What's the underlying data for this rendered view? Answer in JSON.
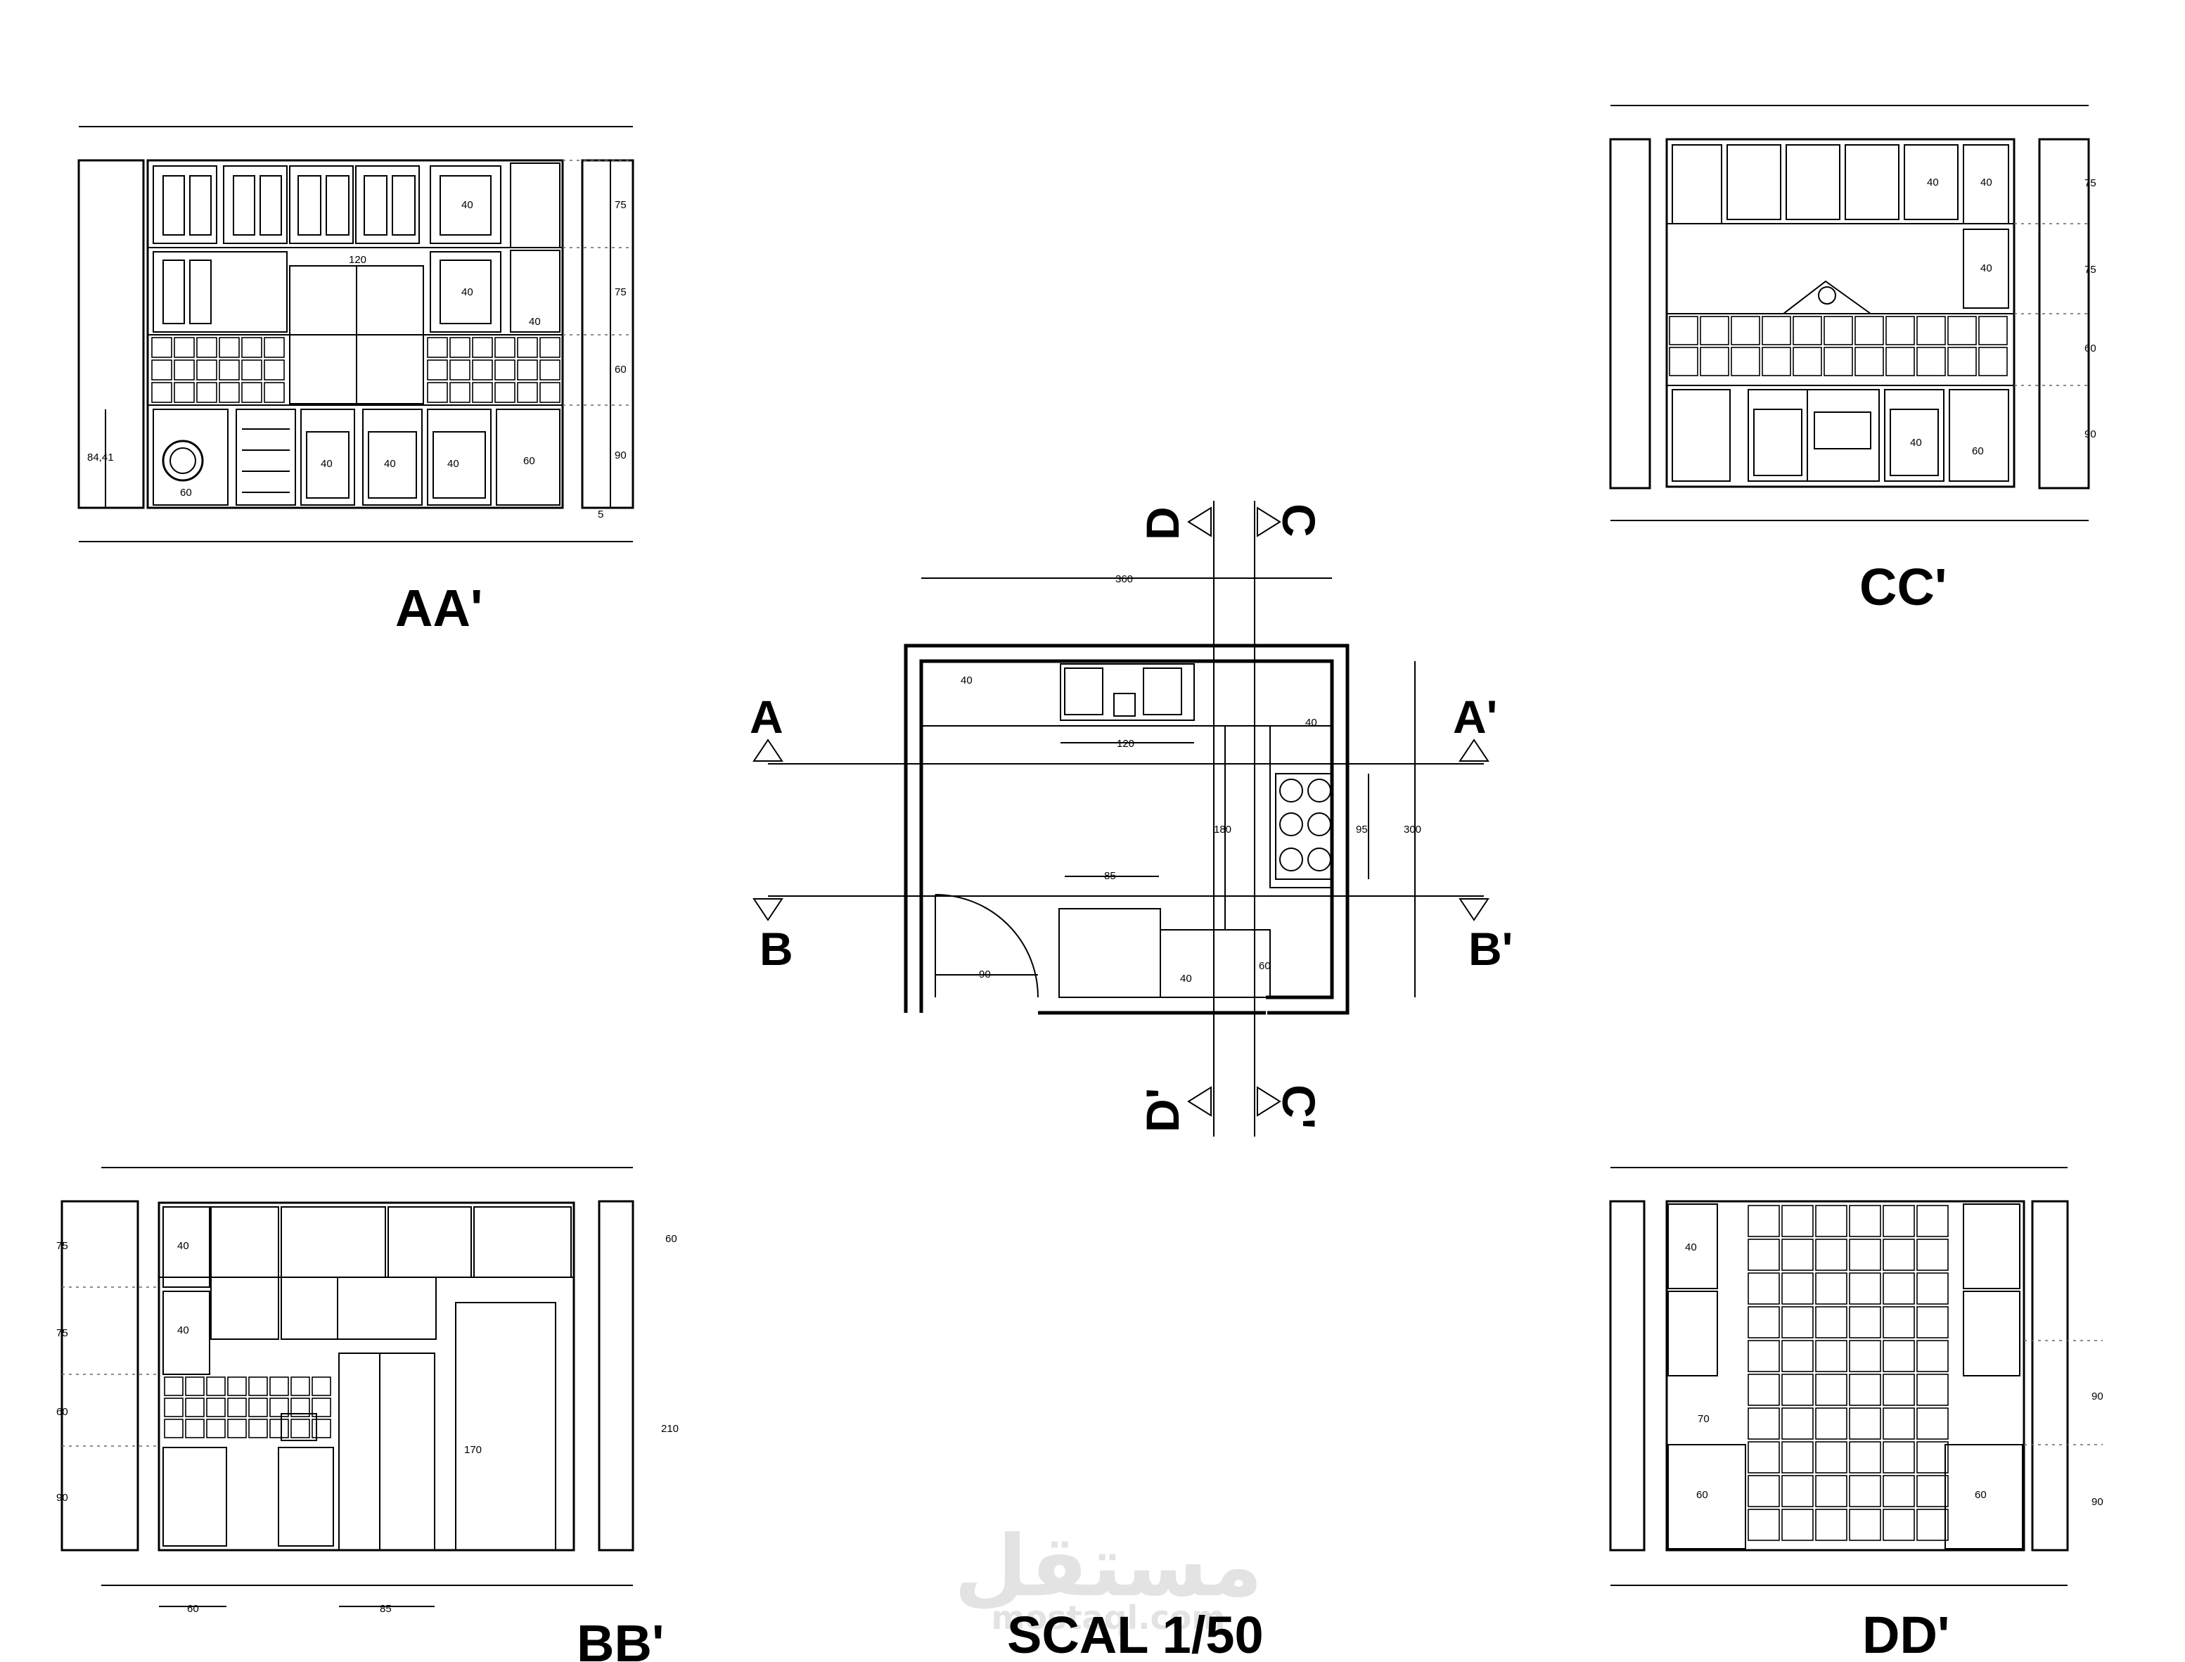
{
  "labels": {
    "aa": "AA'",
    "bb": "BB'",
    "cc": "CC'",
    "dd": "DD'",
    "scale": "SCAL 1/50",
    "sec_a": "A",
    "sec_a2": "A'",
    "sec_b": "B",
    "sec_b2": "B'",
    "sec_c": "C",
    "sec_c2": "C'",
    "sec_d": "D",
    "sec_d2": "D'"
  },
  "watermark": {
    "arabic": "مستقل",
    "latin": "mostaql.com"
  },
  "dims": {
    "aa": {
      "h1": "75",
      "h2": "75",
      "h3": "60",
      "h4": "90",
      "h5": "5",
      "side": "84,41",
      "w120": "120",
      "w40": "40",
      "w60": "60",
      "w60b": "60"
    },
    "plan": {
      "w360": "360",
      "d40": "40",
      "w120": "120",
      "d40r": "40",
      "l180": "180",
      "l95": "95",
      "l300": "300",
      "w85": "85",
      "door90": "90",
      "d40b": "40",
      "d60": "60"
    },
    "cc": {
      "h75a": "75",
      "h75b": "75",
      "h60": "60",
      "h90": "90",
      "w40": "40",
      "w60": "60"
    },
    "bb": {
      "h75a": "75",
      "h75b": "75",
      "h60": "60",
      "h90": "90",
      "h60r": "60",
      "h210": "210",
      "h170": "170",
      "w40": "40",
      "w60": "60",
      "w85": "85"
    },
    "dd": {
      "w40": "40",
      "w70": "70",
      "w60": "60",
      "h90a": "90",
      "h90b": "90"
    }
  }
}
